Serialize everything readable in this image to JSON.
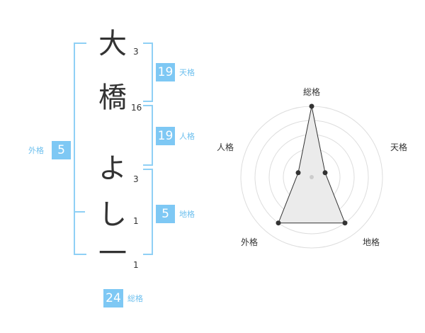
{
  "name": {
    "chars": [
      "大",
      "橋",
      "よ",
      "し",
      "一"
    ],
    "strokes": [
      "3",
      "16",
      "3",
      "1",
      "1"
    ]
  },
  "fortune": {
    "tenkaku": {
      "value": "19",
      "label": "天格"
    },
    "jinkaku": {
      "value": "19",
      "label": "人格"
    },
    "chikaku": {
      "value": "5",
      "label": "地格"
    },
    "gaikaku": {
      "value": "5",
      "label": "外格"
    },
    "soukaku": {
      "value": "24",
      "label": "総格"
    }
  },
  "radar": {
    "labels": {
      "top": "総格",
      "right": "天格",
      "bottom_right": "地格",
      "bottom_left": "外格",
      "left": "人格"
    },
    "levels": 5,
    "values": {
      "soukaku": 5,
      "tenkaku": 1,
      "chikaku": 4,
      "gaikaku": 4,
      "jinkaku": 1
    }
  },
  "colors": {
    "accent": "#7ec8f4",
    "bracket": "#8fd0f5",
    "text": "#333333"
  }
}
